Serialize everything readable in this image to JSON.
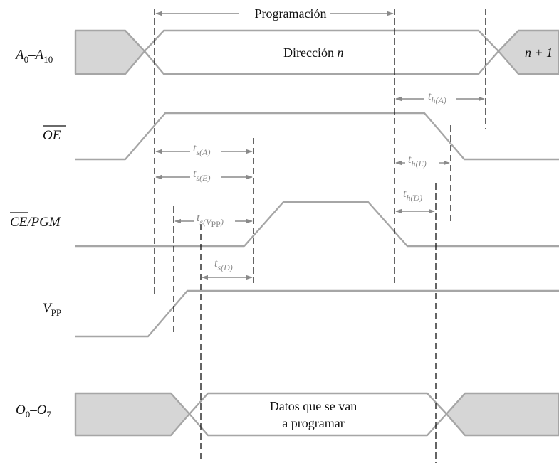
{
  "signals": {
    "address": {
      "a": "A",
      "a_sub": "0",
      "dash": "–",
      "b": "A",
      "b_sub": "10"
    },
    "oe": {
      "text": "OE"
    },
    "ce_pgm": {
      "ce": "CE",
      "pgm": "/PGM"
    },
    "vpp": {
      "v": "V",
      "v_sub": "PP"
    },
    "output": {
      "a": "O",
      "a_sub": "0",
      "dash": "–",
      "b": "O",
      "b_sub": "7"
    }
  },
  "bus_labels": {
    "programming": "Programación",
    "address_word": "Dirección ",
    "address_var": "n",
    "next_address": "n + 1",
    "data_line1": "Datos que se van",
    "data_line2": "a programar"
  },
  "timing": {
    "ts_a": {
      "t": "t",
      "sub": "s(A)"
    },
    "ts_e": {
      "t": "t",
      "sub": "s(E)"
    },
    "ts_vpp": {
      "t": "t",
      "sub_a": "s(V",
      "sub_b": "PP",
      "sub_c": ")"
    },
    "ts_d": {
      "t": "t",
      "sub": "s(D)"
    },
    "th_a": {
      "t": "t",
      "sub": "h(A)"
    },
    "th_e": {
      "t": "t",
      "sub": "h(E)"
    },
    "th_d": {
      "t": "t",
      "sub": "h(D)"
    }
  }
}
